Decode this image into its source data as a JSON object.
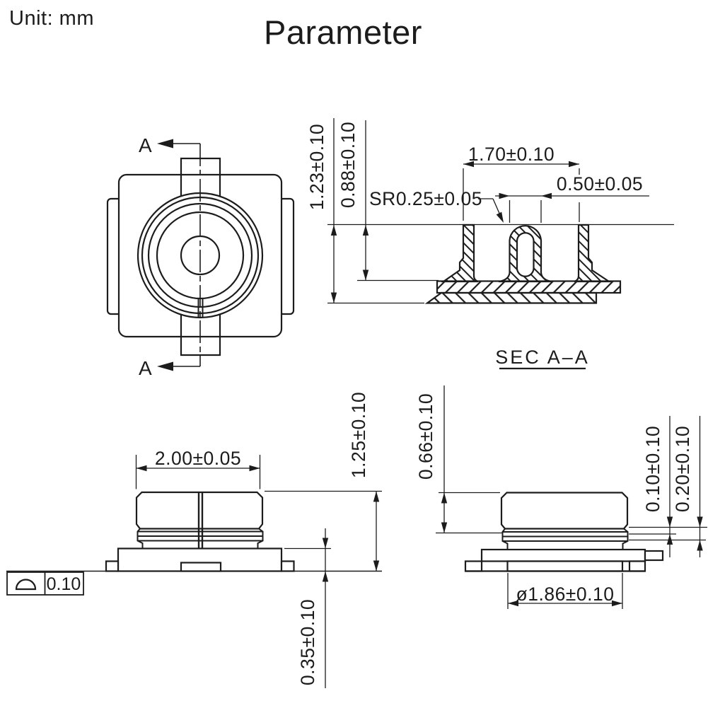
{
  "unit_label": "Unit: mm",
  "title": "Parameter",
  "colors": {
    "line": "#1c1c1c",
    "background": "#ffffff"
  },
  "top_view": {
    "section_arrow_top": "A",
    "section_arrow_bottom": "A"
  },
  "section_view": {
    "label": "SEC A–A",
    "dims": {
      "overall_height": "1.23±0.10",
      "inner_height": "0.88±0.10",
      "shell_inner_width": "1.70±0.10",
      "contact_width": "0.50±0.05",
      "contact_tip_radius": "SR0.25±0.05"
    }
  },
  "front_view": {
    "dims": {
      "shell_diameter": "2.00±0.05",
      "overall_height": "1.25±0.10",
      "flange_height": "0.35±0.10"
    },
    "callout": {
      "symbol": "profile-of-surface",
      "value": "0.10"
    }
  },
  "side_view": {
    "dims": {
      "cap_height": "0.66±0.10",
      "lip_thickness": "0.10±0.10",
      "groove_depth": "0.20±0.10",
      "boss_diameter": "ø1.86±0.10"
    }
  }
}
